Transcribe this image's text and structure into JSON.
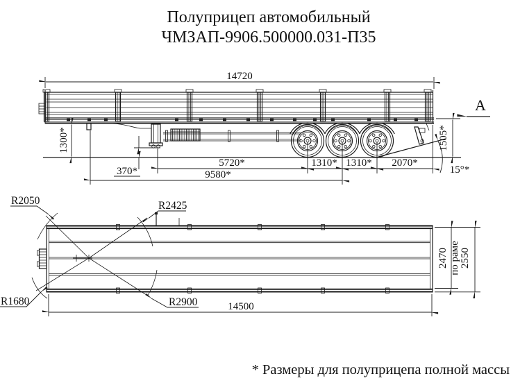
{
  "title": {
    "line1": "Полуприцеп автомобильный",
    "line2": "ЧМЗАП-9906.500000.031-П35"
  },
  "footnote": "* Размеры для полуприцепа полной массы",
  "side_view": {
    "view_label": "A",
    "dimensions": {
      "overall_length": "14720",
      "coupling_height": "1300*",
      "support_clearance": "370*",
      "support_to_first_axle": "5720*",
      "kingpin_to_middle_axle": "9580*",
      "axle_spacing_front": "1310*",
      "axle_spacing_rear": "1310*",
      "rear_overhang": "2070*",
      "rear_frame_height": "1505*",
      "departure_angle": "15°*"
    }
  },
  "plan_view": {
    "dimensions": {
      "platform_length": "14500",
      "frame_width": "2470",
      "frame_width_note": "по раме",
      "overall_width": "2550"
    },
    "radii": {
      "front_corner": "R2050",
      "front_swing": "R2425",
      "rear_inner": "R1680",
      "rear_swing": "R2900"
    }
  }
}
